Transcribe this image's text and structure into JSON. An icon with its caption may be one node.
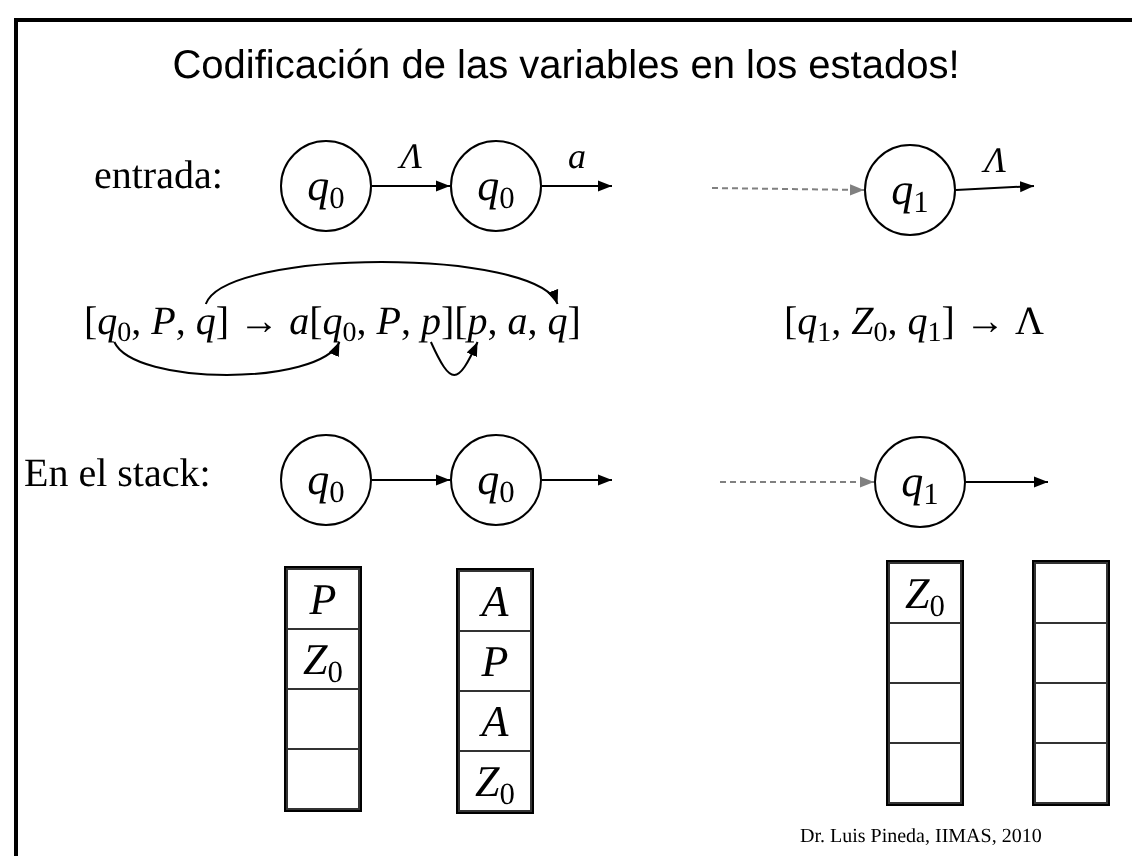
{
  "diagram": {
    "title": "Codificación de las variables en los estados!",
    "nodes": [
      {
        "text": [
          "q$_{0}$"
        ]
      },
      {
        "text": [
          "q$_{0}$"
        ]
      },
      {
        "text": [
          "q$_{1}$"
        ]
      },
      {
        "text": [
          "q$_{0}$"
        ]
      },
      {
        "text": [
          "q"
        ]
      },
      {
        "text": [
          "q$_{0}$"
        ]
      },
      {
        "text": [
          "p"
        ]
      },
      {
        "text": [
          "p"
        ]
      },
      {
        "text": [
          "q"
        ]
      },
      {
        "text": [
          "q$_{0}$"
        ]
      },
      {
        "text": [
          "q$_{0}$"
        ]
      },
      {
        "text": [
          "q$_{1}$"
        ]
      },
      {
        "text": [],
        "shape": "box"
      },
      {
        "text": [
          "P"
        ],
        "in": 12
      },
      {
        "text": [
          "Z$_{0}$"
        ],
        "in": 12
      },
      {
        "text": [],
        "shape": "box",
        "in": 12
      },
      {
        "text": [],
        "shape": "box",
        "in": 12
      },
      {
        "text": [],
        "shape": "box"
      },
      {
        "text": [
          "A"
        ],
        "in": 17
      },
      {
        "text": [
          "P"
        ],
        "in": 17
      },
      {
        "text": [
          "A"
        ],
        "in": 17
      },
      {
        "text": [
          "Z$_{0}$"
        ],
        "in": 17
      },
      {
        "text": [],
        "shape": "box"
      },
      {
        "text": [
          "Z$_{0}$"
        ],
        "in": 22
      },
      {
        "text": [],
        "shape": "box",
        "in": 22
      },
      {
        "text": [],
        "shape": "box",
        "in": 22
      },
      {
        "text": [],
        "shape": "box",
        "in": 22
      },
      {
        "text": [],
        "shape": "box"
      },
      {
        "text": [],
        "shape": "box",
        "in": 27
      },
      {
        "text": [],
        "shape": "box",
        "in": 27
      },
      {
        "text": [],
        "shape": "box",
        "in": 27
      },
      {
        "text": [],
        "shape": "box",
        "in": 27
      }
    ],
    "edges": [
      {
        "from": 0,
        "to": 1,
        "arrow": "to",
        "label": "Λ"
      },
      {
        "from": 1,
        "to": null,
        "arrow": "to",
        "label": "a"
      },
      {
        "from": null,
        "to": 2,
        "arrow": "to",
        "style": "dashed",
        "color": "#808080"
      },
      {
        "from": 2,
        "to": null,
        "arrow": "to",
        "label": "Λ"
      },
      {
        "from": 4,
        "to": 8,
        "arrow": "to"
      },
      {
        "from": 3,
        "to": 5,
        "arrow": "to"
      },
      {
        "from": 6,
        "to": 7,
        "arrow": "to"
      },
      {
        "from": 9,
        "to": 10,
        "arrow": "to"
      },
      {
        "from": 10,
        "to": null,
        "arrow": "to"
      },
      {
        "from": null,
        "to": 11,
        "arrow": "to",
        "style": "dashed",
        "color": "#808080"
      },
      {
        "from": 11,
        "to": null,
        "arrow": "to"
      }
    ],
    "labels": [
      "entrada:",
      "[",
      ", *P*, ",
      "] → *a*[",
      ", *P*, ",
      "][",
      ", *a*, ",
      "]",
      "[*q*$_{1}$, *Z*$_{0}$, *q*$_{1}$] → Λ",
      "En el stack:",
      "Dr. Luis Pineda, IIMAS, 2010"
    ]
  }
}
